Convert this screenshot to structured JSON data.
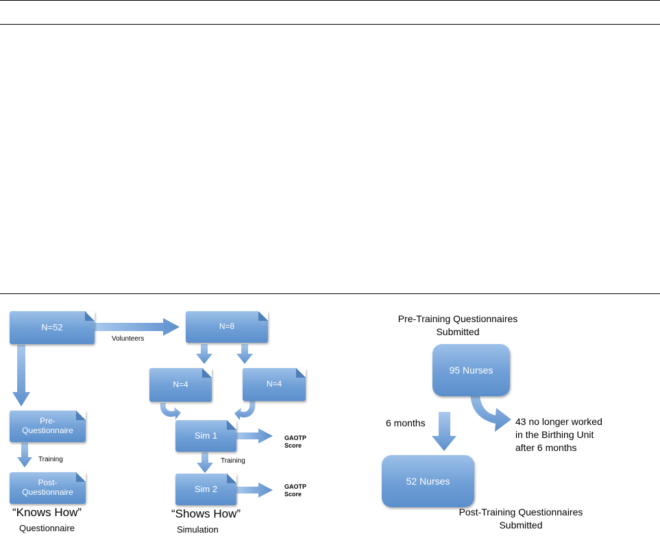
{
  "left_diagram": {
    "n52": "N=52",
    "n8": "N=8",
    "n4_left": "N=4",
    "n4_right": "N=4",
    "volunteers": "Volunteers",
    "pre_questionnaire": "Pre-\nQuestionnaire",
    "post_questionnaire": "Post-\nQuestionnaire",
    "training_left": "Training",
    "sim1": "Sim 1",
    "sim2": "Sim 2",
    "training_mid": "Training",
    "gaotp1": "GAOTP\nScore",
    "gaotp2": "GAOTP\nScore",
    "knows_how": "“Knows How”",
    "questionnaire": "Questionnaire",
    "shows_how": "“Shows How”",
    "simulation": "Simulation"
  },
  "right_diagram": {
    "pre_title": "Pre-Training Questionnaires\nSubmitted",
    "nurses95": "95 Nurses",
    "six_months": "6 months",
    "nurses52": "52 Nurses",
    "dropout": "43 no longer worked\nin the Birthing Unit\nafter 6 months",
    "post_title": "Post-Training Questionnaires\nSubmitted"
  },
  "colors": {
    "box_top": "#9cc0e8",
    "box_bottom": "#5b8fcc",
    "arrow": "#79a7dc"
  }
}
